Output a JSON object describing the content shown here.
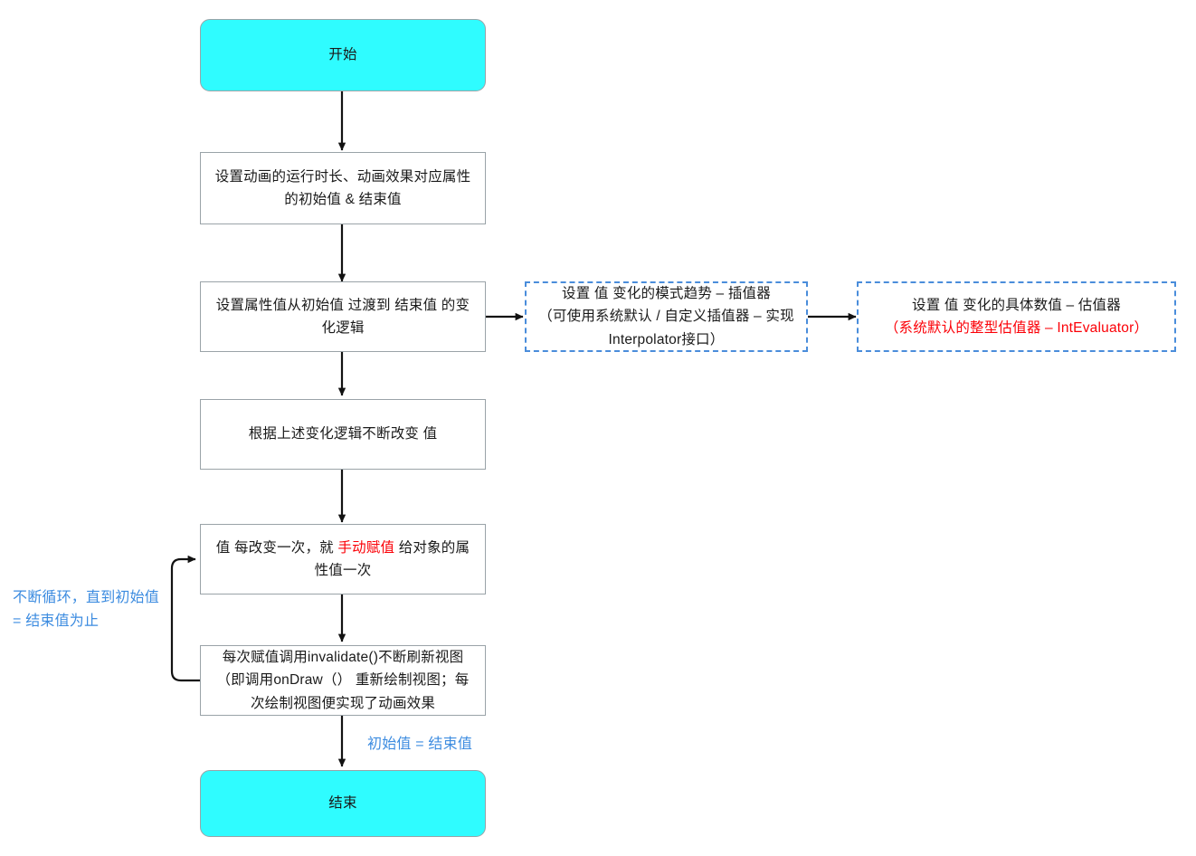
{
  "diagram": {
    "title_semantic": "android-property-animation-flowchart",
    "colors": {
      "terminal_fill": "#2ffcff",
      "box_border": "#9aa3a8",
      "dashed_border": "#4a8ddb",
      "accent_red": "#fb0007",
      "accent_blue": "#3d8ce0",
      "connector": "#121212"
    },
    "nodes": {
      "start": {
        "text": "开始",
        "type": "terminal"
      },
      "setup_duration": {
        "text": "设置动画的运行时长、动画效果对应属性的初始值 & 结束值",
        "type": "process"
      },
      "setup_change_logic": {
        "text": "设置属性值从初始值 过渡到 结束值 的变化逻辑",
        "type": "process"
      },
      "interpolator": {
        "line1": "设置 值 变化的模式趋势 – 插值器",
        "line2": "（可使用系统默认 / 自定义插值器 – 实现Interpolator接口）",
        "type": "dashed"
      },
      "evaluator": {
        "line1": "设置 值 变化的具体数值 – 估值器",
        "line2": "（系统默认的整型估值器 – IntEvaluator）",
        "line2_color": "#fb0007",
        "type": "dashed"
      },
      "keep_changing": {
        "text": "根据上述变化逻辑不断改变 值",
        "type": "process"
      },
      "assign_value": {
        "part1": "值 每改变一次，就 ",
        "highlight": "手动赋值",
        "part2": " 给对象的属性值一次",
        "type": "process"
      },
      "invalidate": {
        "text": "每次赋值调用invalidate()不断刷新视图（即调用onDraw（） 重新绘制视图；每次绘制视图便实现了动画效果",
        "type": "process"
      },
      "end": {
        "text": "结束",
        "type": "terminal"
      }
    },
    "labels": {
      "loop_label": "不断循环，直到初始值 = 结束值为止",
      "exit_label": "初始值 = 结束值"
    }
  }
}
